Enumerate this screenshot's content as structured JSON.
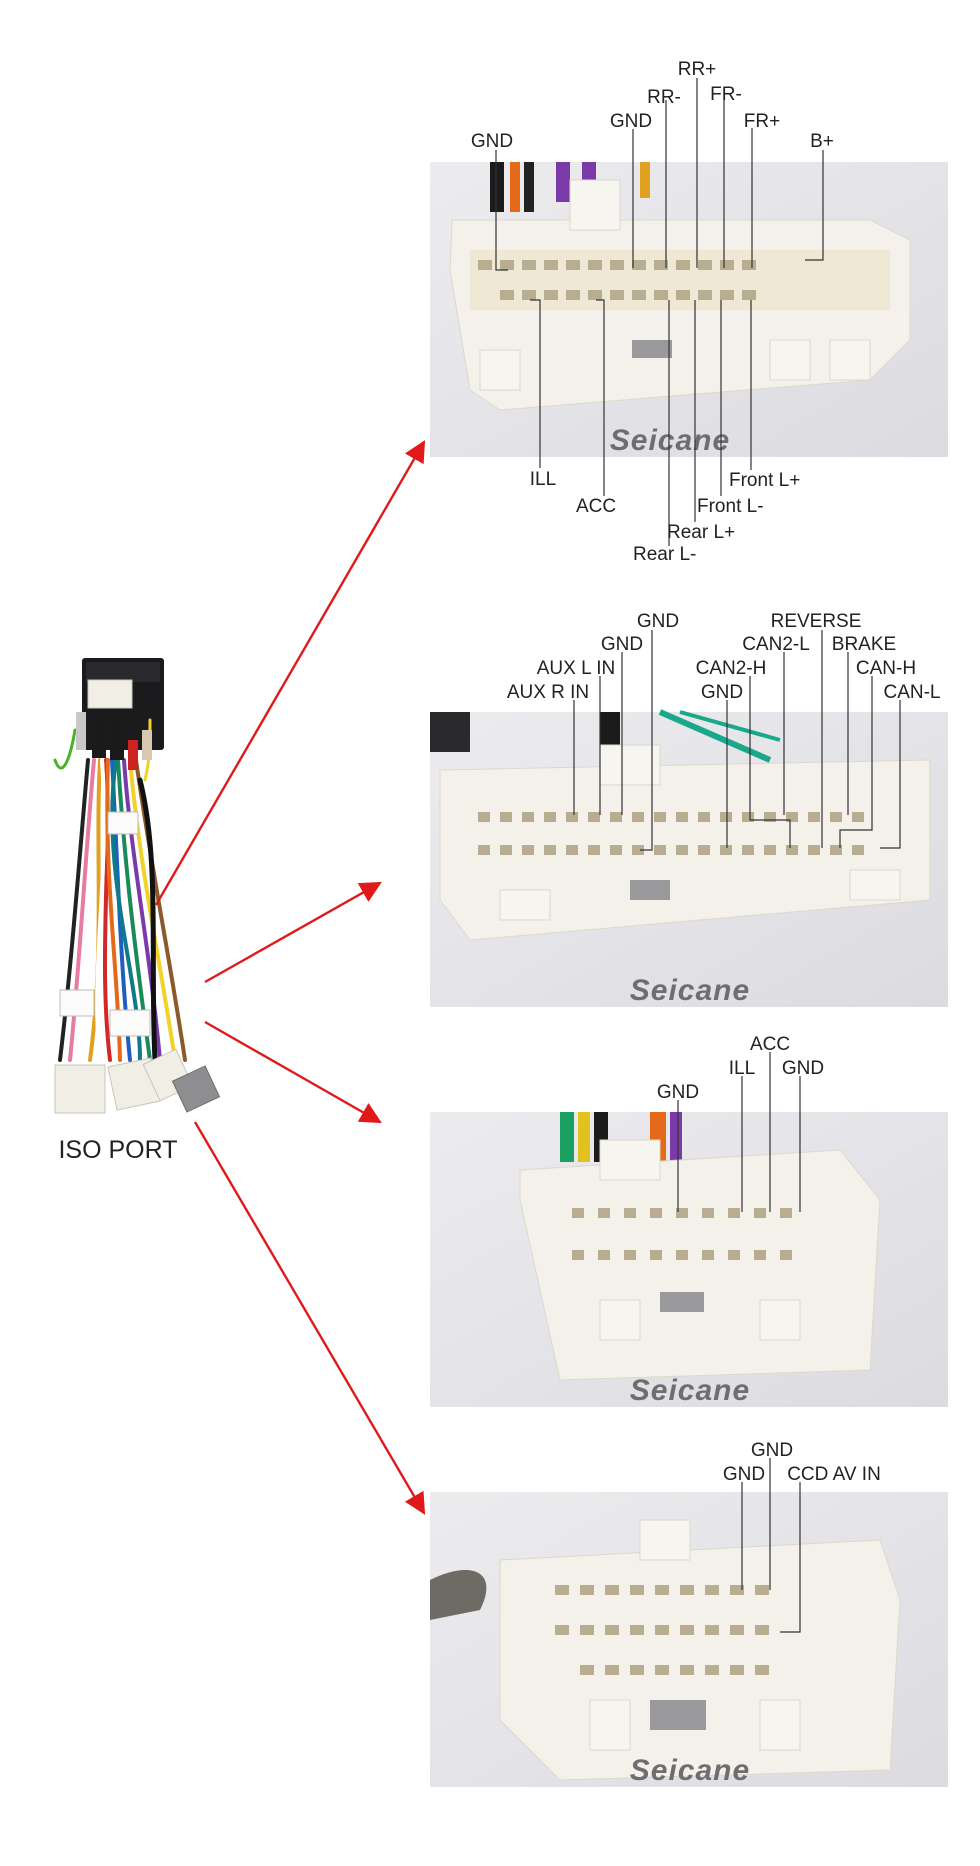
{
  "harness": {
    "title": "ISO PORT"
  },
  "panels": [
    {
      "id": "connector-1",
      "top_labels": [
        "GND",
        "GND",
        "RR-",
        "RR+",
        "FR-",
        "FR+",
        "B+"
      ],
      "bottom_labels": [
        "ILL",
        "ACC",
        "Rear L-",
        "Rear L+",
        "Front L-",
        "Front L+"
      ],
      "watermark": "Seicane"
    },
    {
      "id": "connector-2",
      "top_labels": [
        "AUX R IN",
        "AUX L IN",
        "GND",
        "GND",
        "GND",
        "CAN2-H",
        "CAN2-L",
        "REVERSE",
        "BRAKE",
        "CAN-H",
        "CAN-L"
      ],
      "watermark": "Seicane"
    },
    {
      "id": "connector-3",
      "top_labels": [
        "GND",
        "ILL",
        "ACC",
        "GND"
      ],
      "watermark": "Seicane"
    },
    {
      "id": "connector-4",
      "top_labels": [
        "GND",
        "GND",
        "CCD AV IN"
      ],
      "watermark": "Seicane"
    }
  ],
  "colors": {
    "arrow": "#e01a1a",
    "connector_body": "#f4f1ea",
    "photo_bg": "#e7e6e9"
  }
}
